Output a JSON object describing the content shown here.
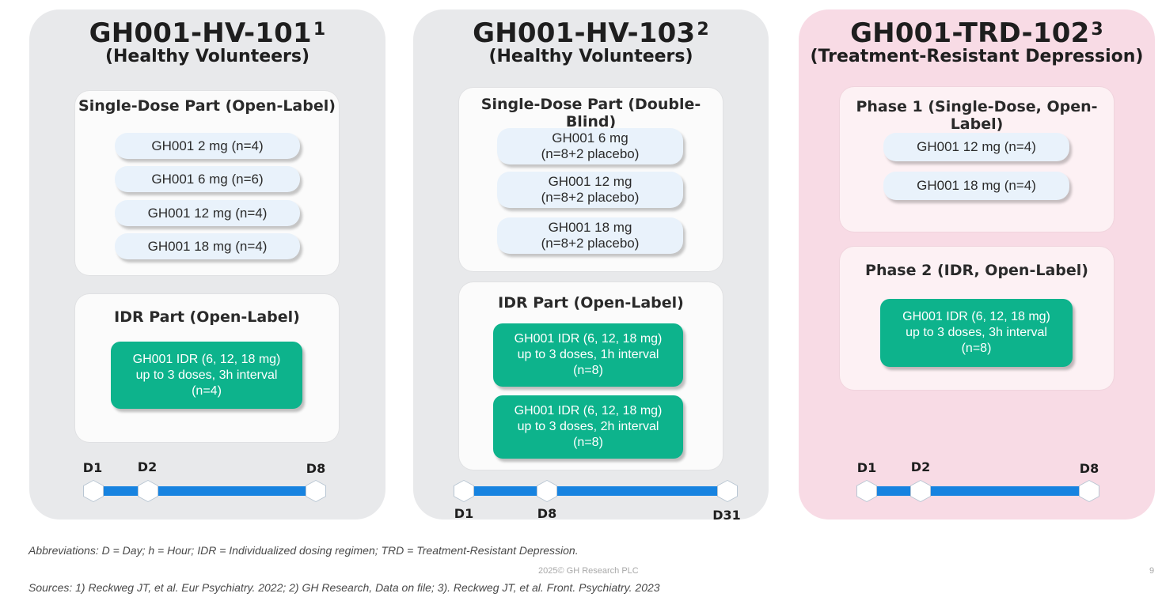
{
  "panels": [
    {
      "title": "GH001-HV-101",
      "sup": "1",
      "subtitle": "(Healthy Volunteers)",
      "box1": {
        "title": "Single-Dose Part (Open-Label)",
        "pills": [
          "GH001 2 mg (n=4)",
          "GH001 6 mg (n=6)",
          "GH001 12 mg (n=4)",
          "GH001 18 mg (n=4)"
        ]
      },
      "box2": {
        "title": "IDR Part (Open-Label)",
        "green": [
          [
            "GH001 IDR (6, 12, 18 mg)",
            "up to 3 doses, 3h interval",
            "(n=4)"
          ]
        ]
      },
      "timeline": [
        "D1",
        "D2",
        "D8"
      ]
    },
    {
      "title": "GH001-HV-103",
      "sup": "2",
      "subtitle": "(Healthy Volunteers)",
      "box1": {
        "title": "Single-Dose Part (Double-Blind)",
        "pills": [
          [
            "GH001 6 mg",
            "(n=8+2 placebo)"
          ],
          [
            "GH001 12 mg",
            "(n=8+2 placebo)"
          ],
          [
            "GH001 18 mg",
            "(n=8+2 placebo)"
          ]
        ]
      },
      "box2": {
        "title": "IDR Part (Open-Label)",
        "green": [
          [
            "GH001 IDR (6, 12, 18 mg)",
            "up to 3 doses, 1h interval",
            "(n=8)"
          ],
          [
            "GH001 IDR (6, 12, 18 mg)",
            "up to 3 doses, 2h interval",
            "(n=8)"
          ]
        ]
      },
      "timeline": [
        "D1",
        "D8",
        "D31"
      ]
    },
    {
      "title": "GH001-TRD-102",
      "sup": "3",
      "subtitle": "(Treatment-Resistant Depression)",
      "box1": {
        "title": "Phase 1 (Single-Dose, Open-Label)",
        "pills": [
          "GH001 12 mg (n=4)",
          "GH001 18 mg (n=4)"
        ]
      },
      "box2": {
        "title": "Phase 2 (IDR, Open-Label)",
        "green": [
          [
            "GH001 IDR (6, 12, 18 mg)",
            "up to 3 doses, 3h interval",
            "(n=8)"
          ]
        ]
      },
      "timeline": [
        "D1",
        "D2",
        "D8"
      ]
    }
  ],
  "footer": {
    "abbreviations": "Abbreviations: D = Day; h = Hour; IDR = Individualized dosing regimen; TRD = Treatment-Resistant Depression.",
    "copyright": "2025© GH Research PLC",
    "page_number": "9",
    "sources": "Sources: 1) Reckweg JT, et al. Eur Psychiatry. 2022; 2) GH Research, Data on file; 3). Reckweg JT, et al. Front. Psychiatry. 2023"
  },
  "colors": {
    "panel_gray": "#e8e9eb",
    "panel_pink": "#f8dbe5",
    "green_pill": "#0db38c",
    "blue_pill": "#e9f2fb",
    "timeline_bar": "#1783e0"
  }
}
